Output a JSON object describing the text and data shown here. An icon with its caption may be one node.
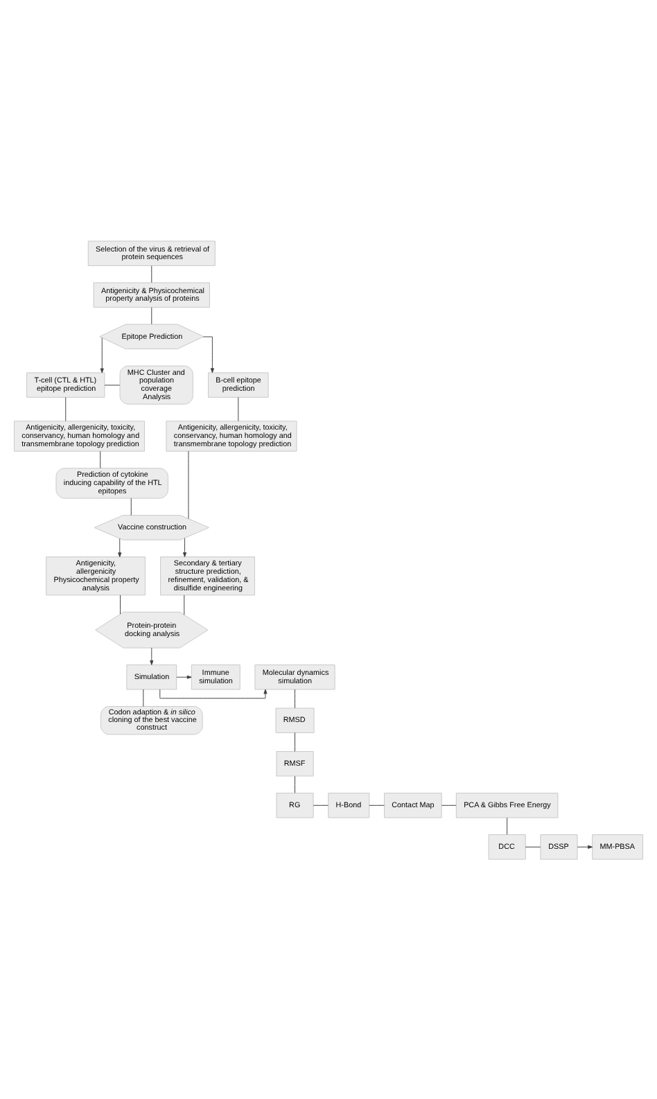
{
  "diagram": {
    "nodes": [
      {
        "text": [
          "Selection of the virus & retrieval of protein sequences"
        ]
      },
      {
        "text": [
          "Antigenicity & Physicochemical property analysis of proteins"
        ]
      },
      {
        "text": [
          "Epitope Prediction"
        ]
      },
      {
        "text": [
          "T-cell (CTL & HTL) epitope prediction"
        ]
      },
      {
        "text": [
          "MHC Cluster and population coverage Analysis"
        ]
      },
      {
        "text": [
          "B-cell epitope prediction"
        ]
      },
      {
        "text": [
          "Antigenicity, allergenicity, toxicity, conservancy, human homology and transmembrane topology prediction"
        ]
      },
      {
        "text": [
          "Antigenicity, allergenicity, toxicity, conservancy, human homology and transmembrane topology prediction"
        ]
      },
      {
        "text": [
          "Prediction of cytokine inducing capability of the HTL epitopes"
        ]
      },
      {
        "text": [
          "Vaccine construction"
        ]
      },
      {
        "text": [
          "Antigenicity, allergenicity Physicochemical property analysis"
        ]
      },
      {
        "text": [
          "Secondary & tertiary structure prediction, refinement, validation, & disulfide engineering"
        ]
      },
      {
        "text": [
          "Protein-protein docking analysis"
        ]
      },
      {
        "text": [
          "Molecular dynamics simulation"
        ]
      },
      {
        "text": [
          "Simulation"
        ]
      },
      {
        "text": [
          "Immune simulation"
        ]
      },
      {
        "text": [
          "Codon adaption & *in silico* cloning of the best vaccine construct"
        ]
      },
      {
        "text": [
          "RMSD"
        ]
      },
      {
        "text": [
          "RMSF"
        ]
      },
      {
        "text": [
          "RG"
        ]
      },
      {
        "text": [
          "H-Bond"
        ]
      },
      {
        "text": [
          "Contact Map"
        ]
      },
      {
        "text": [
          "PCA & Gibbs Free Energy"
        ]
      },
      {
        "text": [
          "MM-PBSA"
        ]
      },
      {
        "text": [
          "DSSP"
        ]
      },
      {
        "text": [
          "DCC"
        ]
      }
    ],
    "edges": [
      {
        "from": 0,
        "to": 1,
        "arrow": "none"
      },
      {
        "from": 1,
        "to": 2,
        "arrow": "none"
      },
      {
        "from": 2,
        "to": 3,
        "arrow": "to"
      },
      {
        "from": 2,
        "to": 5,
        "arrow": "to"
      },
      {
        "from": 3,
        "to": 4,
        "arrow": "none"
      },
      {
        "from": 3,
        "to": 6,
        "arrow": "none"
      },
      {
        "from": 5,
        "to": 7,
        "arrow": "none"
      },
      {
        "from": 6,
        "to": 8,
        "arrow": "none"
      },
      {
        "from": 8,
        "to": 9,
        "arrow": "none"
      },
      {
        "from": 7,
        "to": 9,
        "arrow": "none"
      },
      {
        "from": 9,
        "to": 10,
        "arrow": "to"
      },
      {
        "from": 9,
        "to": 11,
        "arrow": "to"
      },
      {
        "from": 10,
        "to": 12,
        "arrow": "none"
      },
      {
        "from": 11,
        "to": 12,
        "arrow": "none"
      },
      {
        "from": 12,
        "to": 14,
        "arrow": "to"
      },
      {
        "from": 14,
        "to": 13,
        "arrow": "to"
      },
      {
        "from": 14,
        "to": 15,
        "arrow": "to"
      },
      {
        "from": 14,
        "to": 16,
        "arrow": "none"
      },
      {
        "from": 13,
        "to": 17,
        "arrow": "none"
      },
      {
        "from": 17,
        "to": 18,
        "arrow": "none"
      },
      {
        "from": 18,
        "to": 19,
        "arrow": "none"
      },
      {
        "from": 19,
        "to": 20,
        "arrow": "none"
      },
      {
        "from": 20,
        "to": 21,
        "arrow": "none"
      },
      {
        "from": 21,
        "to": 22,
        "arrow": "none"
      },
      {
        "from": 22,
        "to": 25,
        "arrow": "none"
      },
      {
        "from": 25,
        "to": 24,
        "arrow": "none"
      },
      {
        "from": 24,
        "to": 23,
        "arrow": "to"
      }
    ]
  }
}
